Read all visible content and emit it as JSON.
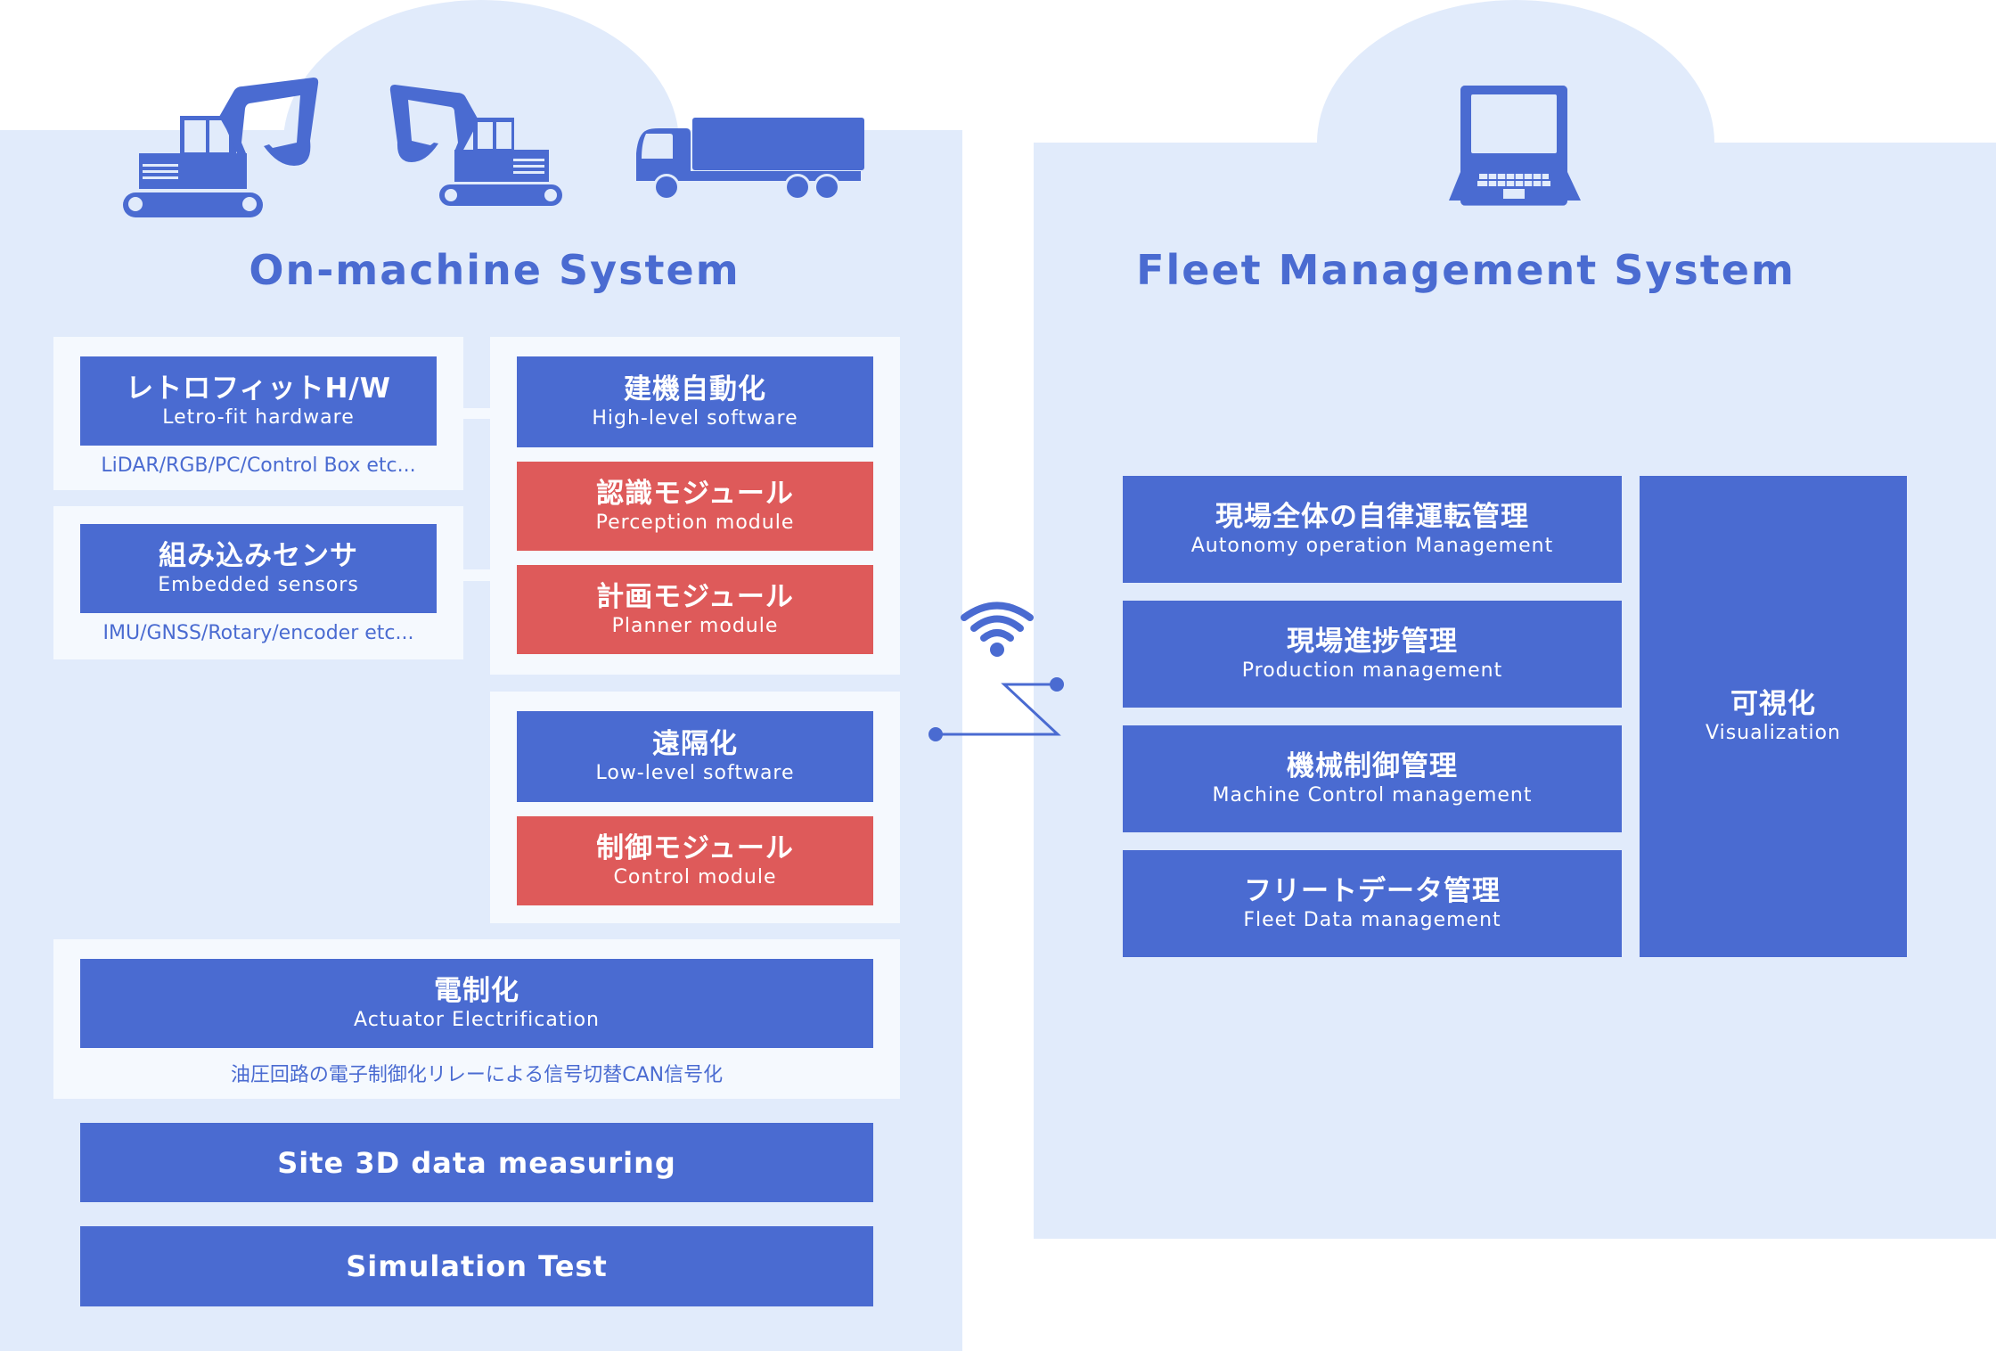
{
  "colors": {
    "accent_blue": "#4a6bd1",
    "accent_red": "#de5a5a",
    "panel_background": "#e1ebfb",
    "inner_panel_background": "#f5f9fe"
  },
  "on_machine": {
    "title": "On-machine System",
    "icons": [
      "excavator-icon",
      "excavator-icon",
      "truck-icon"
    ],
    "hardware": [
      {
        "title": "レトロフィットH/W",
        "subtitle": "Letro-fit hardware",
        "detail": "LiDAR/RGB/PC/Control Box etc..."
      },
      {
        "title": "組み込みセンサ",
        "subtitle": "Embedded sensors",
        "detail": "IMU/GNSS/Rotary/encoder etc..."
      }
    ],
    "high_level": {
      "header": {
        "title": "建機自動化",
        "subtitle": "High-level software"
      },
      "modules": [
        {
          "title": "認識モジュール",
          "subtitle": "Perception module"
        },
        {
          "title": "計画モジュール",
          "subtitle": "Planner module"
        }
      ]
    },
    "low_level": {
      "header": {
        "title": "遠隔化",
        "subtitle": "Low-level software"
      },
      "modules": [
        {
          "title": "制御モジュール",
          "subtitle": "Control module"
        }
      ]
    },
    "electrification": {
      "title": "電制化",
      "subtitle": "Actuator Electrification",
      "detail": "油圧回路の電子制御化リレーによる信号切替CAN信号化"
    },
    "extras": [
      "Site 3D data measuring",
      "Simulation Test"
    ]
  },
  "connection": {
    "icons": [
      "wifi-icon",
      "lightning-connector-icon"
    ]
  },
  "fleet": {
    "title": "Fleet Management System",
    "icon": "laptop-icon",
    "items": [
      {
        "title": "現場全体の自律運転管理",
        "subtitle": "Autonomy operation Management"
      },
      {
        "title": "現場進捗管理",
        "subtitle": "Production management"
      },
      {
        "title": "機械制御管理",
        "subtitle": "Machine Control management"
      },
      {
        "title": "フリートデータ管理",
        "subtitle": "Fleet Data management"
      }
    ],
    "visualization": {
      "title": "可視化",
      "subtitle": "Visualization"
    }
  }
}
